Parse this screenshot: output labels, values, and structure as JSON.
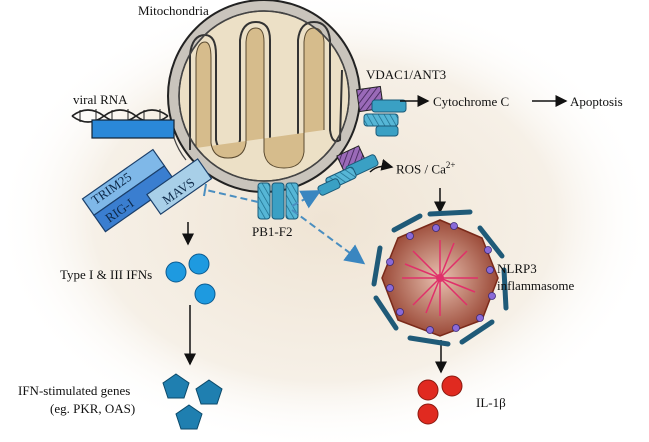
{
  "labels": {
    "mitochondria": "Mitochondria",
    "vdac": "VDAC1/ANT3",
    "cytochrome": "Cytochrome C",
    "apoptosis": "Apoptosis",
    "viral_rna": "viral RNA",
    "trim25": "TRIM25",
    "rig1": "RIG-I",
    "mavs": "MAVS",
    "ros": "ROS / Ca",
    "ros_sup": "2+",
    "pb1f2": "PB1-F2",
    "ifns": "Type I & III IFNs",
    "nlrp3_line1": "NLRP3",
    "nlrp3_line2": "inflammasome",
    "isg_line1": "IFN-stimulated genes",
    "isg_line2": "(eg. PKR, OAS)",
    "il1b": "IL-1β"
  },
  "colors": {
    "background_halo": "#f4ede3",
    "mito_outer": "#c9c4bc",
    "mito_inner": "#e8d6ad",
    "mito_matrix": "#d4b98a",
    "cyan_protein": "#3aa0c4",
    "purple_protein": "#8a58a8",
    "rig_blue": "#4a88c8",
    "ifn_blue": "#1e9ae0",
    "isg_blue": "#1f7fb0",
    "il1b_red": "#e02a20",
    "inflammasome_red": "#b8553a",
    "dashed_arrow": "#4a8ec0"
  },
  "icons": [
    "mitochondrion-icon",
    "dna-helix-icon",
    "vdac-channel-icon",
    "pb1f2-channel-icon",
    "inflammasome-icon",
    "ifn-molecule-icon",
    "isg-pentagon-icon",
    "il1b-molecule-icon"
  ]
}
